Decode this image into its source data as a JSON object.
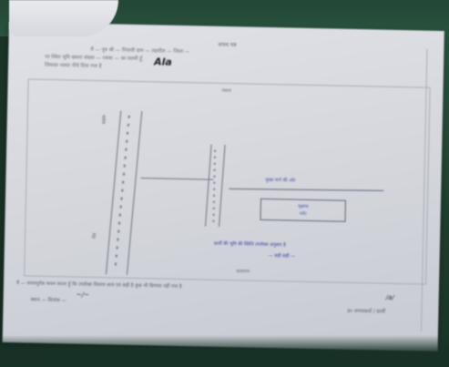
{
  "document": {
    "header_title": "शपथ पत्र",
    "header_line1": "मैं — पुत्र श्री — निवासी ग्राम — तहसील — जिला —",
    "header_line2": "पर स्थित भूमि खसरा संख्या — रकबा — का स्वामी हूँ",
    "header_line3": "जिसका नक्शा नीचे दिया गया है",
    "signature_text": "Ala",
    "sketch_label": "नक्शा",
    "road_label": "सड़क",
    "road_label_b": "रोड",
    "main_line_label": "मुख्य मार्ग की ओर",
    "plot_label_top": "भूखण्ड",
    "plot_label_bottom": "प्लॉट",
    "blue_note1": "प्रार्थी की भूमि की स्थिति उपरोक्त अनुसार है",
    "blue_note2": "— सही सही —",
    "sketch_caption": "सत्यापन",
    "footer_line1": "मैं — शपथपूर्वक कथन करता हूँ कि उपरोक्त विवरण सत्य एवं सही है कुछ भी छिपाया नहीं गया है",
    "footer_mark": "/a/",
    "sign_left": "स्थान — दिनांक —",
    "sign_left_scribble": "~/~",
    "sign_right": "ह० शपथकर्ता / प्रार्थी"
  }
}
